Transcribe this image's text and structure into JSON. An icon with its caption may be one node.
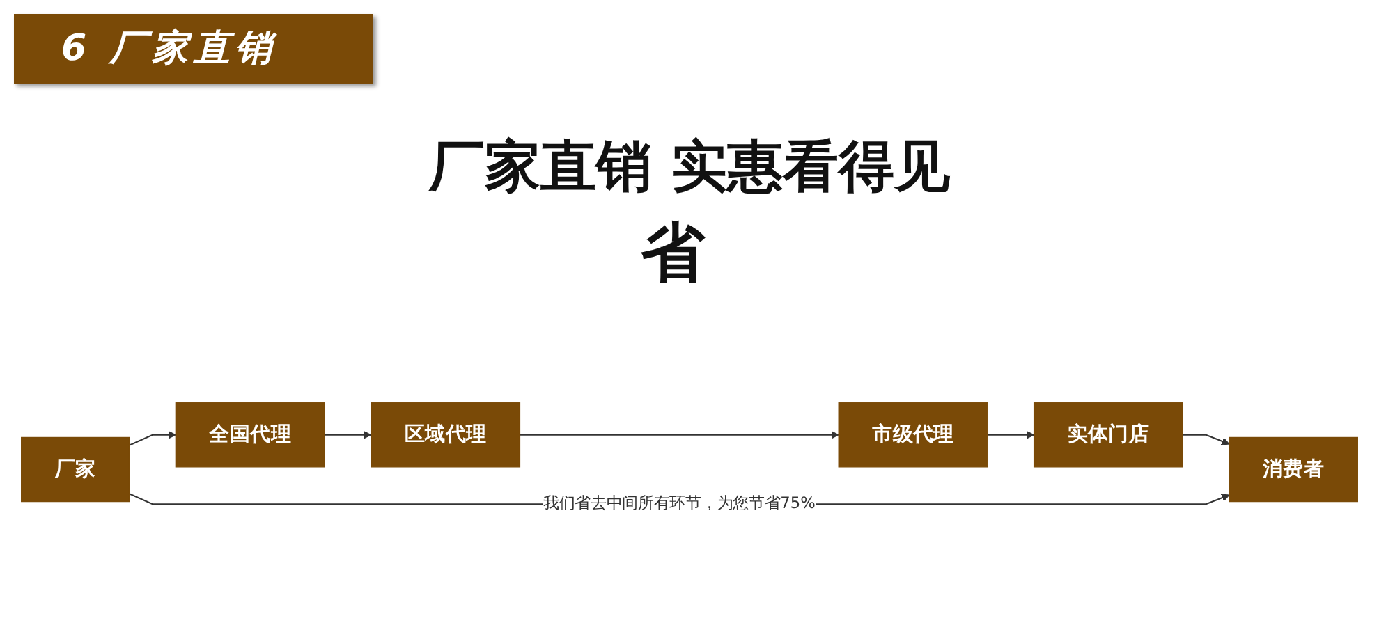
{
  "diagram": {
    "title": "厂家直销 实惠看得见",
    "nodes": [
      {
        "text": [
          "全国代理"
        ]
      },
      {
        "text": [
          "区域代理"
        ]
      },
      {
        "text": [
          "市级代理"
        ]
      },
      {
        "text": [
          "实体门店"
        ]
      },
      {
        "text": [
          "厂家"
        ]
      },
      {
        "text": [
          "消费者"
        ]
      }
    ],
    "edges": [
      {
        "from": 0,
        "to": 1,
        "arrow": "to"
      },
      {
        "from": 1,
        "to": 2,
        "arrow": "to"
      },
      {
        "from": 2,
        "to": 3,
        "arrow": "to"
      },
      {
        "from": 3,
        "to": 5,
        "arrow": "to"
      },
      {
        "from": 4,
        "to": 0,
        "arrow": "to"
      },
      {
        "from": 4,
        "to": 5,
        "arrow": "to",
        "label": "我们省去中间所有环节，为您节省75%"
      }
    ],
    "labels": [
      "6 厂家直销",
      "省"
    ]
  }
}
